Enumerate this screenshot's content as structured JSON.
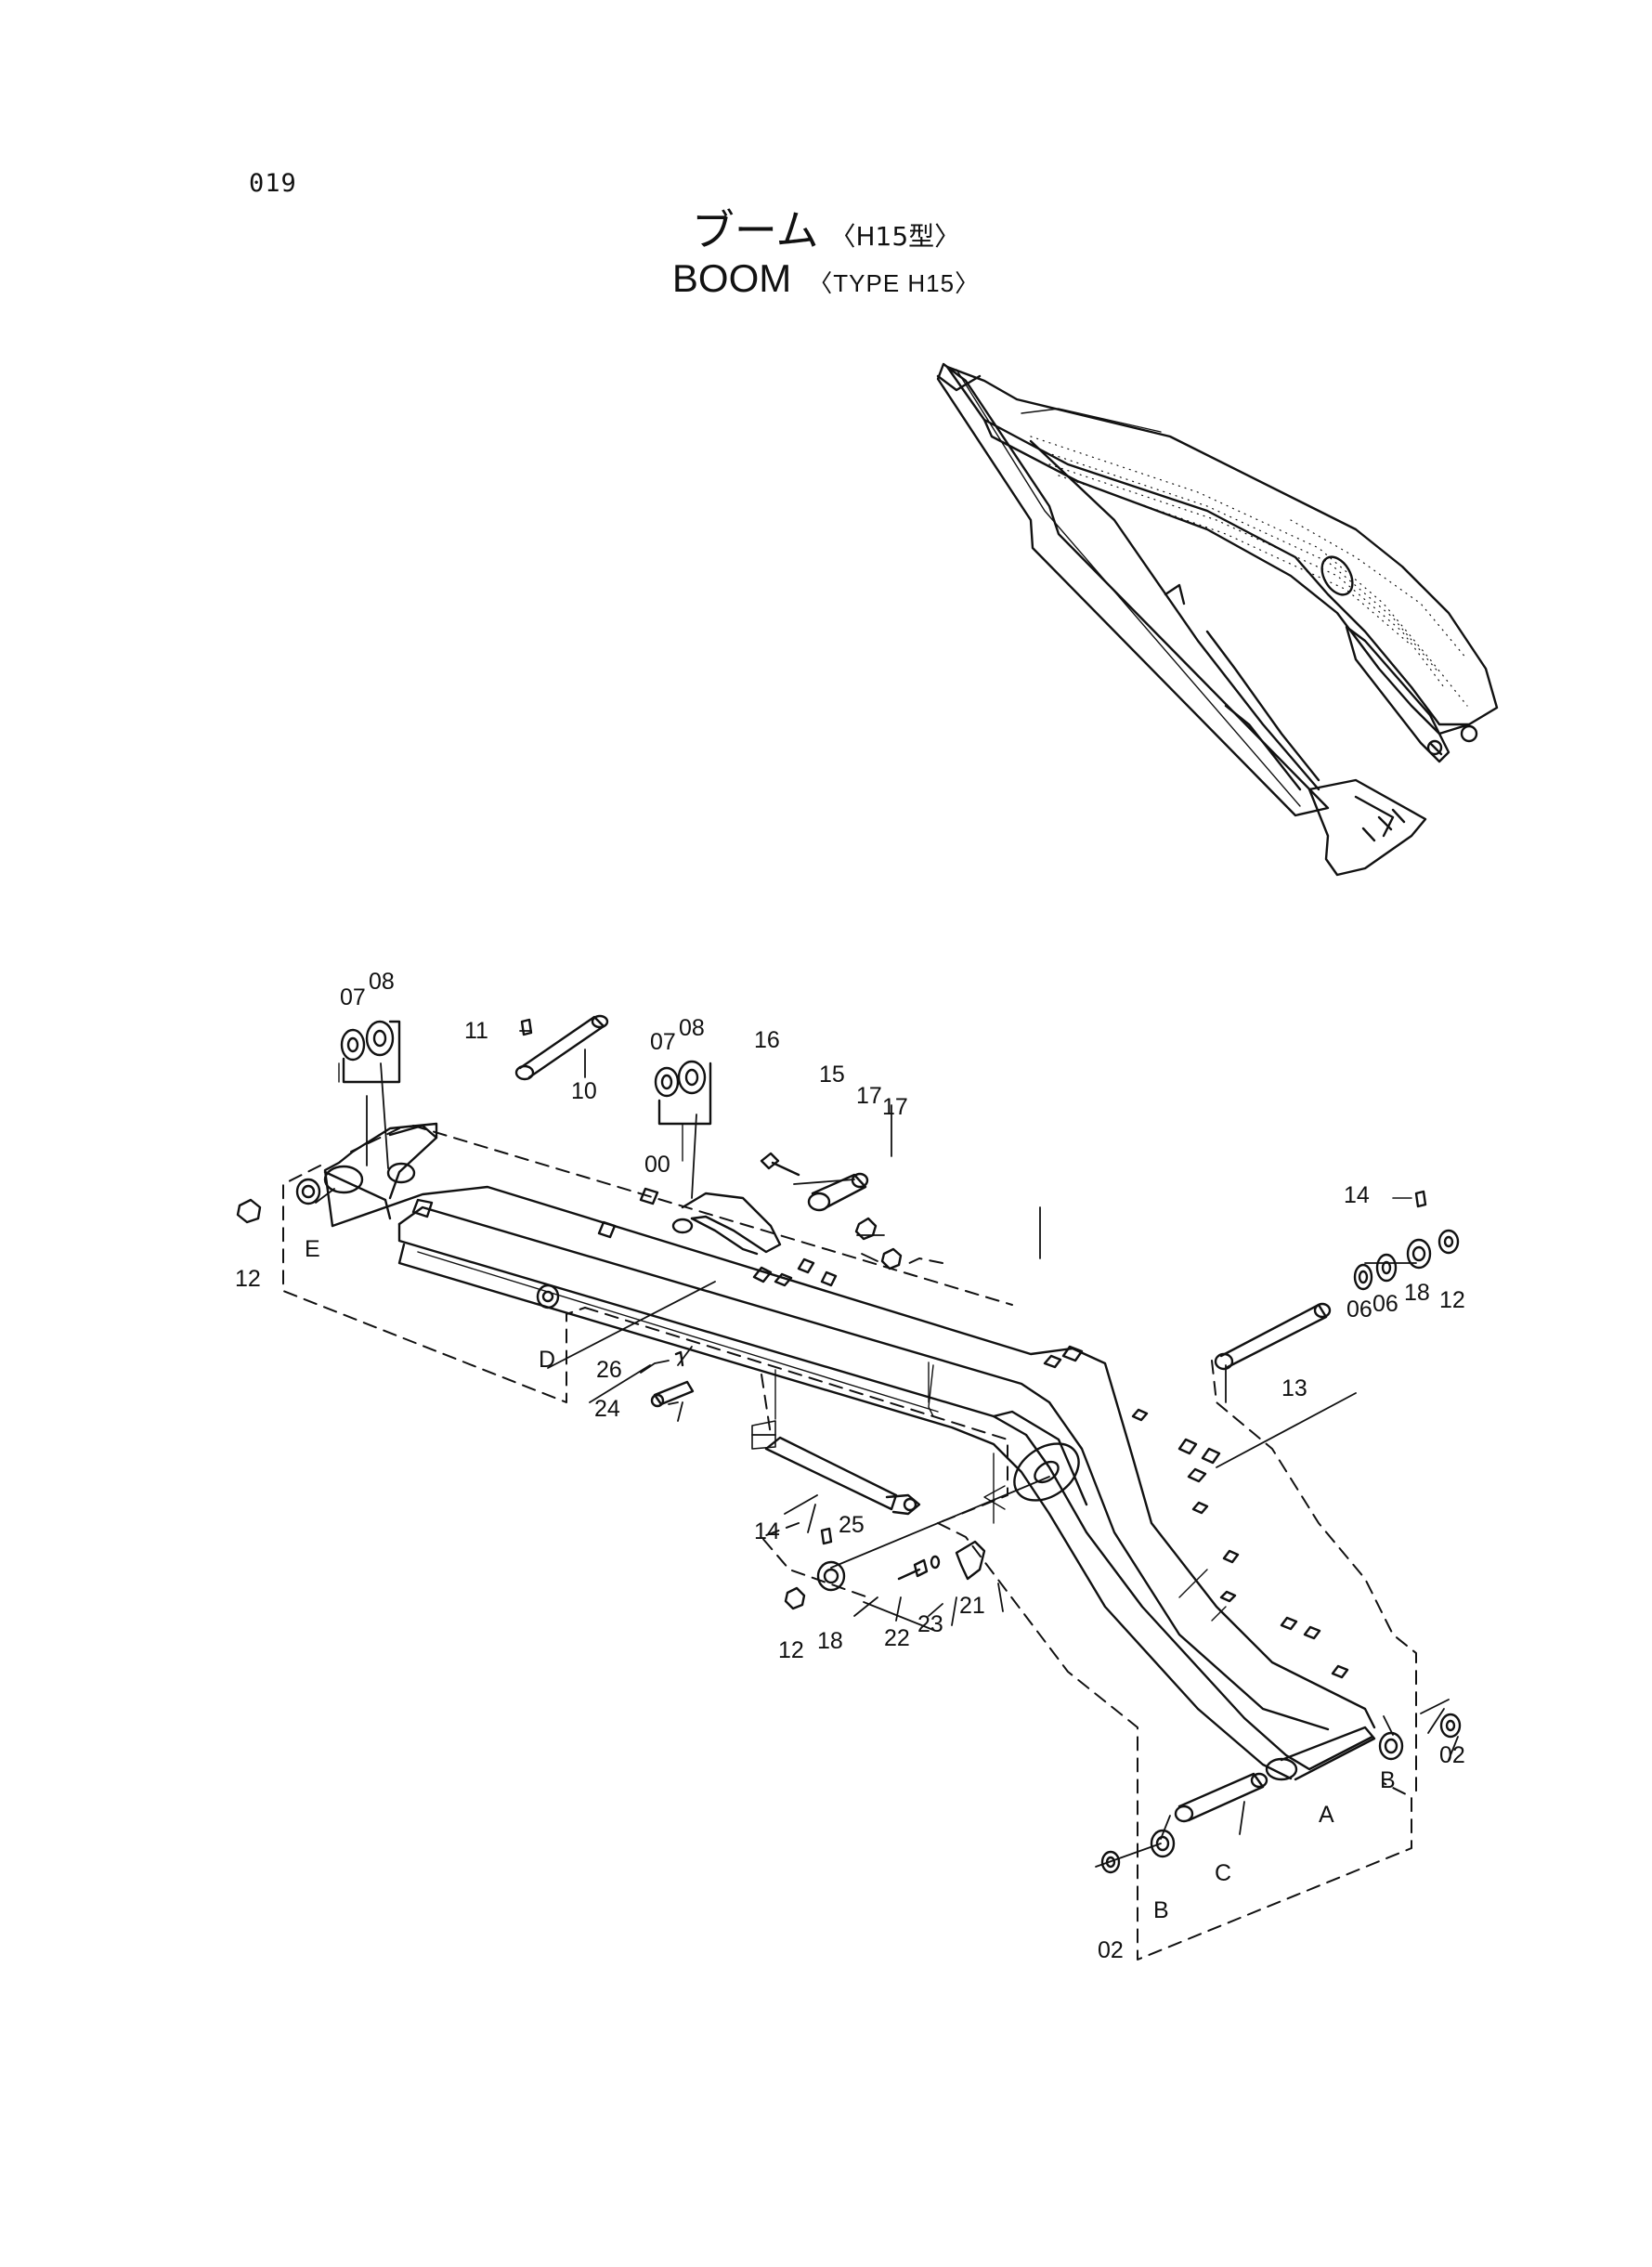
{
  "page_number": "019",
  "title": {
    "jp_main": "ブーム",
    "jp_sub": "〈H15型〉",
    "en_main": "BOOM",
    "en_sub": "〈TYPE H15〉"
  },
  "callouts": [
    {
      "id": "c00",
      "text": "00"
    },
    {
      "id": "c02a",
      "text": "02"
    },
    {
      "id": "c02b",
      "text": "02"
    },
    {
      "id": "c06a",
      "text": "06"
    },
    {
      "id": "c06b",
      "text": "06"
    },
    {
      "id": "c07a",
      "text": "07"
    },
    {
      "id": "c07b",
      "text": "07"
    },
    {
      "id": "c08a",
      "text": "08"
    },
    {
      "id": "c08b",
      "text": "08"
    },
    {
      "id": "c10",
      "text": "10"
    },
    {
      "id": "c11",
      "text": "11"
    },
    {
      "id": "c12a",
      "text": "12"
    },
    {
      "id": "c12b",
      "text": "12"
    },
    {
      "id": "c12c",
      "text": "12"
    },
    {
      "id": "c13",
      "text": "13"
    },
    {
      "id": "c14a",
      "text": "14"
    },
    {
      "id": "c14b",
      "text": "14"
    },
    {
      "id": "c15",
      "text": "15"
    },
    {
      "id": "c16",
      "text": "16"
    },
    {
      "id": "c17a",
      "text": "17"
    },
    {
      "id": "c17b",
      "text": "17"
    },
    {
      "id": "c18a",
      "text": "18"
    },
    {
      "id": "c18b",
      "text": "18"
    },
    {
      "id": "c21",
      "text": "21"
    },
    {
      "id": "c22",
      "text": "22"
    },
    {
      "id": "c23",
      "text": "23"
    },
    {
      "id": "c24",
      "text": "24"
    },
    {
      "id": "c25",
      "text": "25"
    },
    {
      "id": "c26",
      "text": "26"
    },
    {
      "id": "cA",
      "text": "A"
    },
    {
      "id": "cBa",
      "text": "B"
    },
    {
      "id": "cBb",
      "text": "B"
    },
    {
      "id": "cC",
      "text": "C"
    },
    {
      "id": "cD",
      "text": "D"
    },
    {
      "id": "cE",
      "text": "E"
    }
  ]
}
